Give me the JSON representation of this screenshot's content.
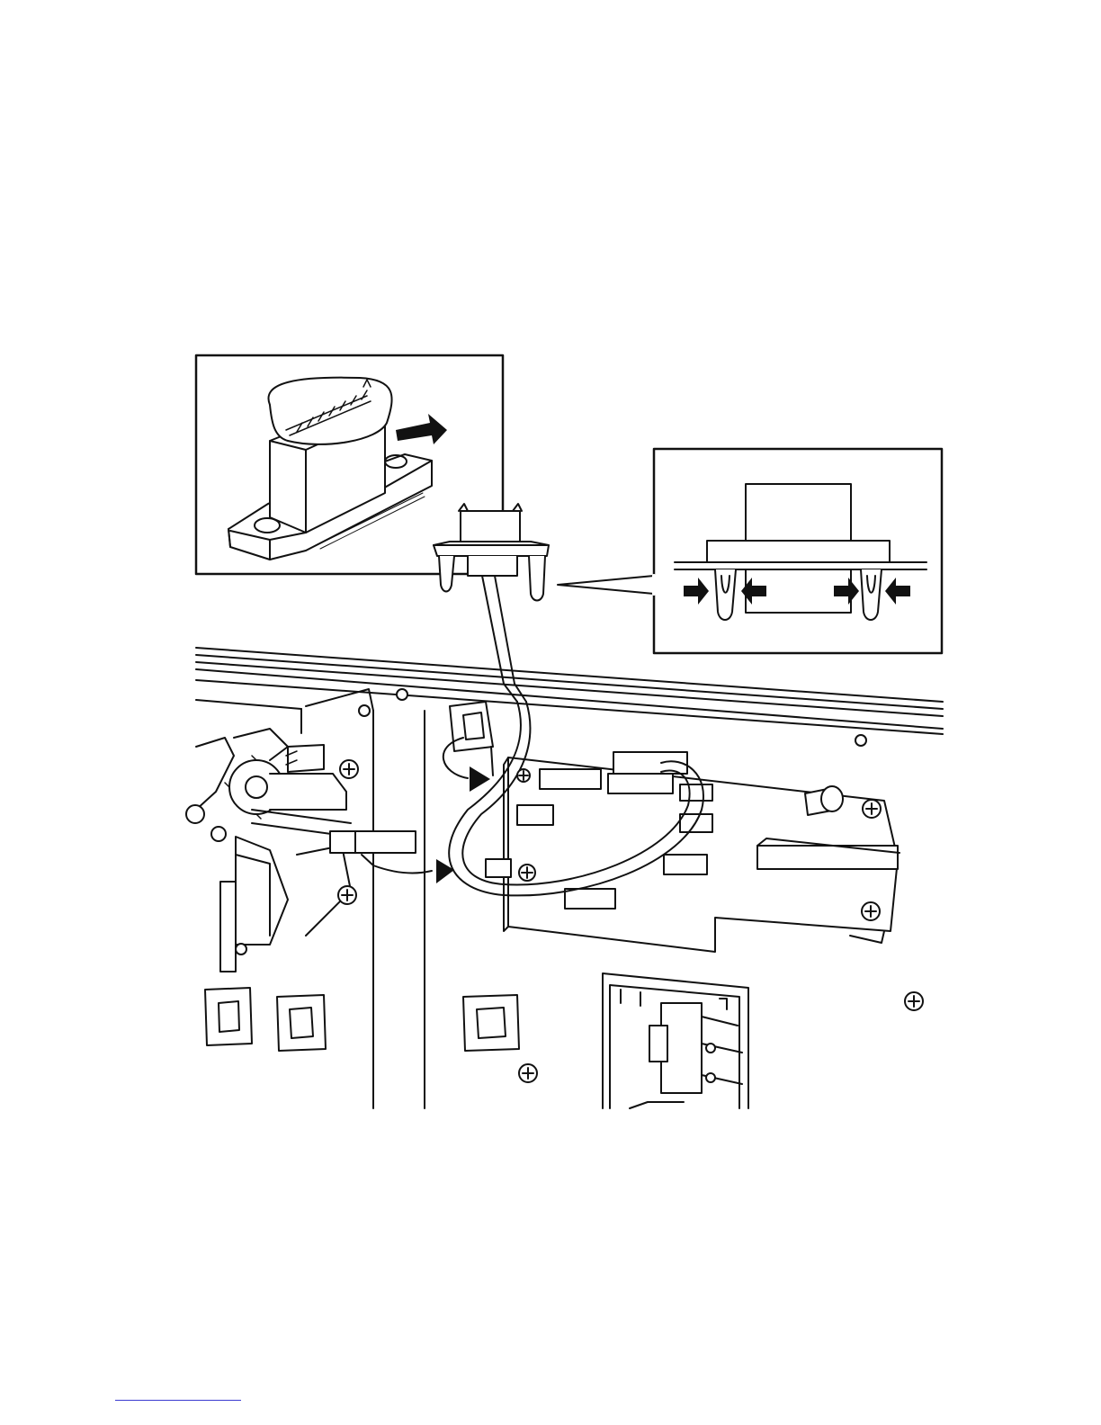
{
  "figure": {
    "subject": "connector-removal-illustration",
    "callouts": [
      "connector-detail-inset",
      "clip-release-inset"
    ],
    "arrow_icons": [
      "pull-direction-arrow-icon",
      "squeeze-arrow-icon",
      "route-arrow-icon"
    ],
    "colors": {
      "line": "#111111",
      "background": "#ffffff",
      "footer_rule": "#3a3ad0"
    }
  }
}
